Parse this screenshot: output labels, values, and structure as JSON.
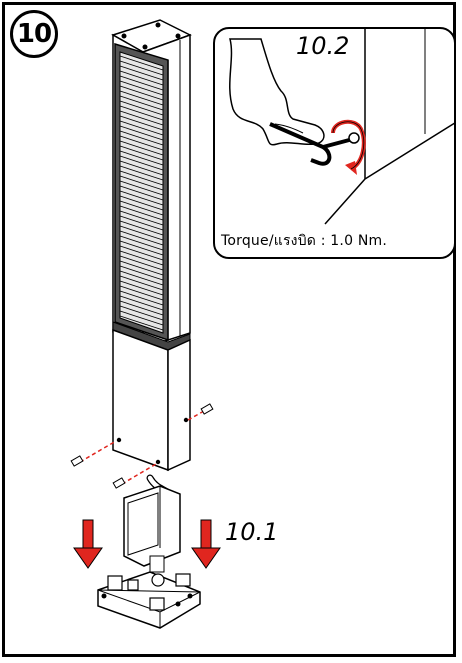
{
  "step": {
    "number": "10"
  },
  "inset": {
    "sub_step": "10.2",
    "torque": "Torque/แรงบิด : 1.0 Nm."
  },
  "main": {
    "sub_step": "10.1"
  },
  "colors": {
    "accent_red": "#e0261f",
    "line": "#000000",
    "slat": "#d9d9d9",
    "panel": "#ffffff"
  },
  "icons": [
    "down-arrow-icon",
    "rotate-arrow-icon",
    "hex-key-icon",
    "screw-icon"
  ]
}
